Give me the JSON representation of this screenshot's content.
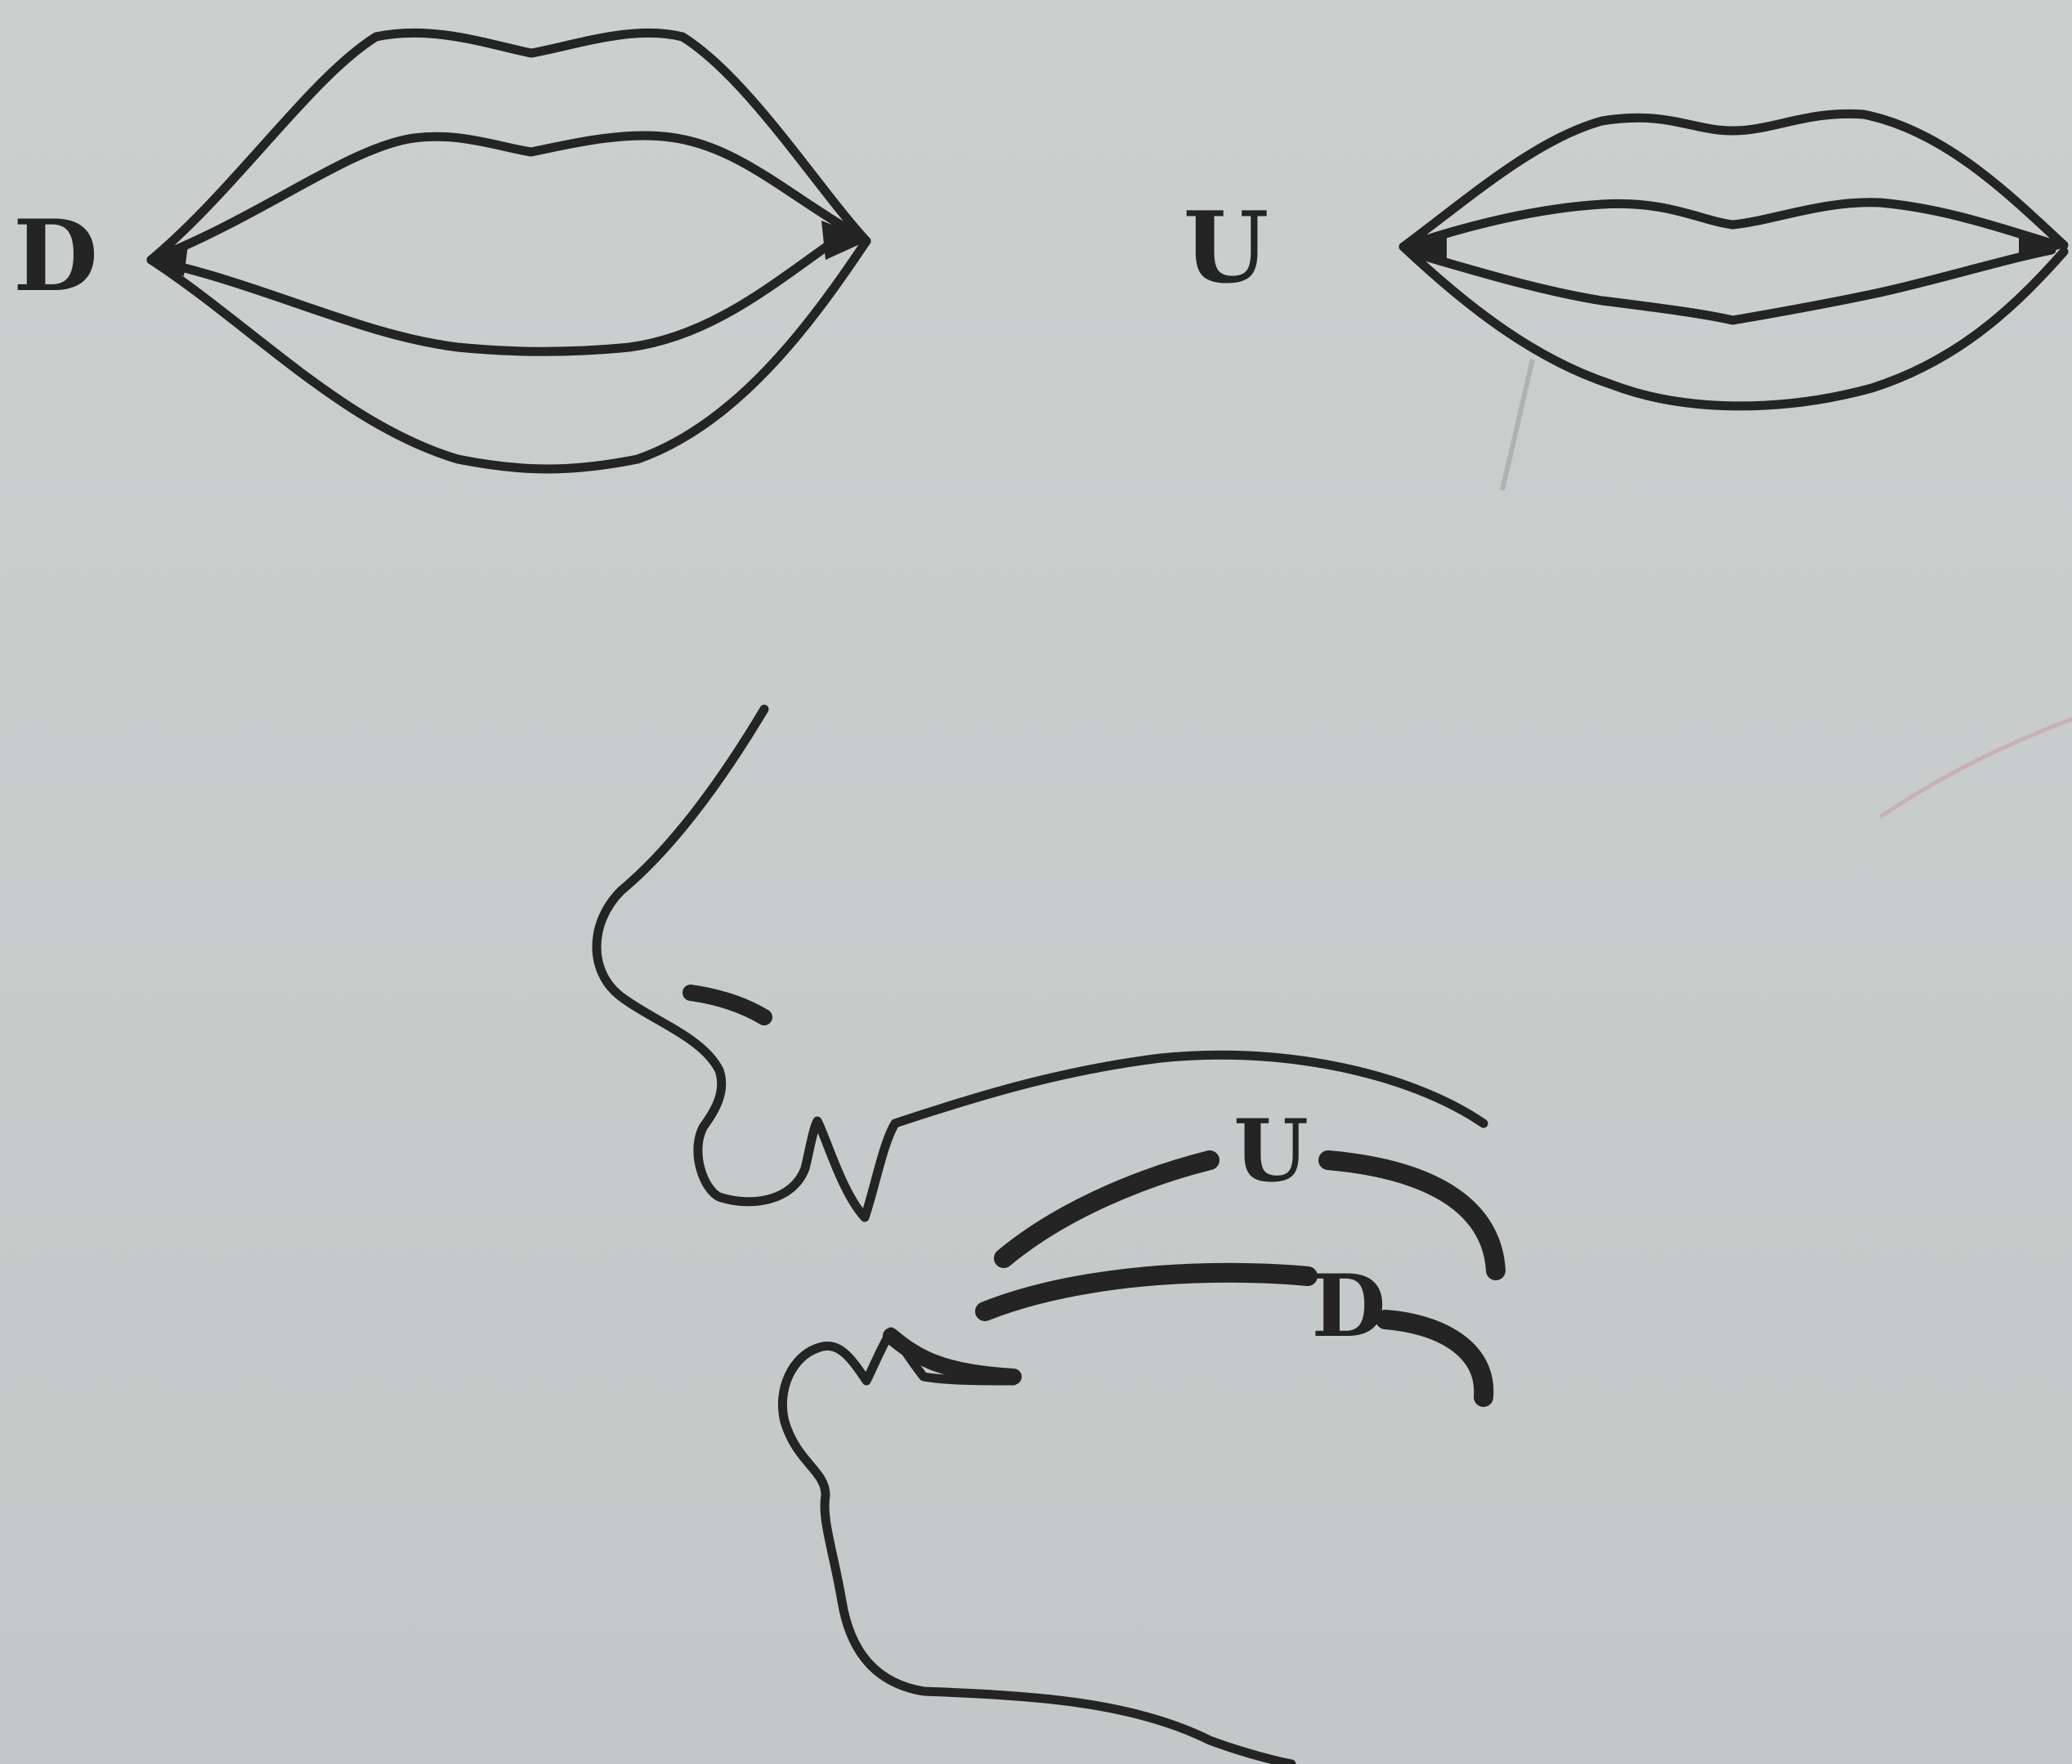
{
  "labels": {
    "left_lips": "D",
    "right_lips": "U",
    "profile_upper": "U",
    "profile_lower": "D"
  },
  "colors": {
    "background": "#c6cbcb",
    "ink": "#242424",
    "stray_mark": "#c9a9b0"
  }
}
